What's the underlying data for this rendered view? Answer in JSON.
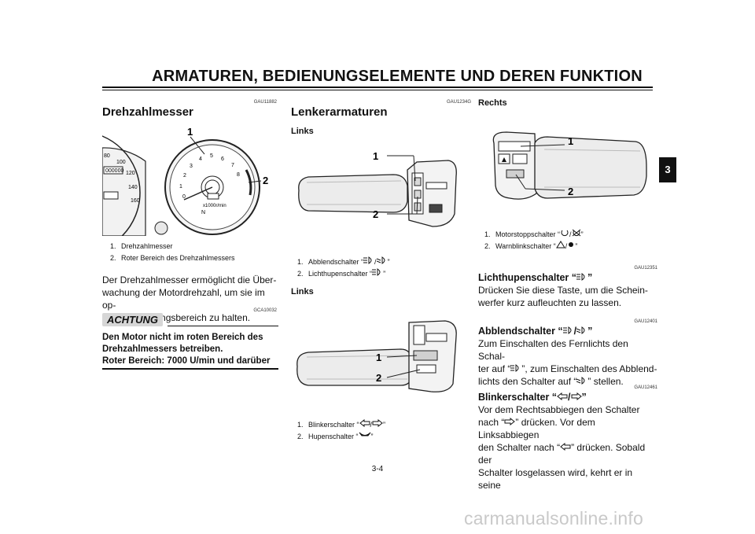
{
  "header": {
    "title": "ARMATUREN, BEDIENUNGSELEMENTE UND DEREN FUNKTION",
    "chapter": "3"
  },
  "left": {
    "code1": "GAU11882",
    "heading": "Drehzahlmesser",
    "fig_label_1": "1",
    "fig_label_2": "2",
    "captions": [
      "Drehzahlmesser",
      "Roter Bereich des Drehzahlmessers"
    ],
    "body": [
      "Der Drehzahlmesser ermöglicht die Über-",
      "wachung der Motordrehzahl, um sie im op-",
      "timalen Leistungsbereich zu halten."
    ],
    "warning_code": "GCA10032",
    "warning_label": "ACHTUNG",
    "warning_text": [
      "Den Motor nicht im roten Bereich des",
      "Drehzahlmessers betreiben.",
      "Roter Bereich: 7000 U/min und darüber"
    ],
    "gauge_unit": "x1000r/min"
  },
  "middle": {
    "code": "GAU1234G",
    "heading": "Lenkerarmaturen",
    "sub1": "Links",
    "fig1_label_1": "1",
    "fig1_label_2": "2",
    "captions1_pre": [
      "Abblendschalter “",
      "Lichthupenschalter “"
    ],
    "captions1_post": [
      "”",
      "”"
    ],
    "sub2": "Links",
    "fig2_label_1": "1",
    "fig2_label_2": "2",
    "captions2_pre": [
      "Blinkerschalter “",
      "Hupenschalter “"
    ],
    "captions2_post": [
      "”",
      "”"
    ]
  },
  "right": {
    "sub": "Rechts",
    "fig_label_1": "1",
    "fig_label_2": "2",
    "captions_pre": [
      "Motorstoppschalter “",
      "Warnblinkschalter “"
    ],
    "captions_post": [
      "”",
      "”"
    ],
    "sections": [
      {
        "code": "GAU12351",
        "heading_pre": "Lichthupenschalter “",
        "heading_post": "”",
        "body": [
          "Drücken Sie diese Taste, um die Schein-",
          "werfer kurz aufleuchten zu lassen."
        ]
      },
      {
        "code": "GAU12401",
        "heading_pre": "Abblendschalter “",
        "heading_post": "”",
        "body_pre": [
          "Zum Einschalten des Fernlichts den Schal-",
          "ter auf “",
          "lichts den Schalter auf “"
        ],
        "body_post": [
          "”, zum Einschalten des Abblend-",
          "” stellen."
        ]
      },
      {
        "code": "GAU12461",
        "heading_pre": "Blinkerschalter “",
        "heading_post": "”",
        "body_pre": [
          "Vor dem Rechtsabbiegen den Schalter",
          "nach “",
          "den Schalter nach “",
          "Schalter losgelassen wird, kehrt er in seine"
        ],
        "body_post": [
          "” drücken. Vor dem Linksabbiegen",
          "” drücken. Sobald der"
        ]
      }
    ]
  },
  "page_number": "3-4",
  "watermark": "carmanualsonline.info",
  "icons": [
    "high-beam-icon",
    "low-beam-icon",
    "turn-left-icon",
    "turn-right-icon",
    "horn-icon",
    "engine-run-icon",
    "engine-stop-icon",
    "hazard-icon"
  ]
}
